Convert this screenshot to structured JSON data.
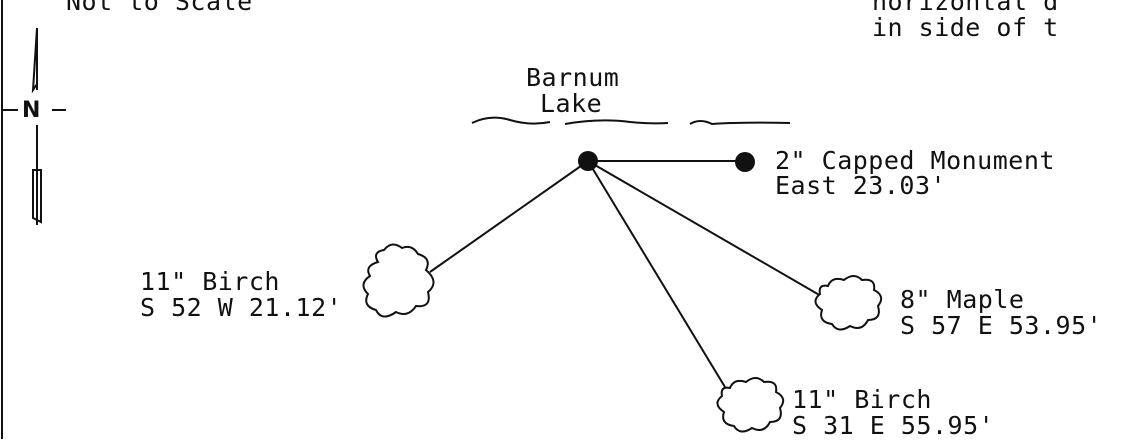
{
  "header": {
    "scale_note": "Not to Scale",
    "note_line1": "horizontal d",
    "note_line2": "in side of t"
  },
  "north_arrow": {
    "label": "N"
  },
  "lake": {
    "line1": "Barnum",
    "line2": "Lake"
  },
  "witnesses": {
    "monument": {
      "name": "2\" Capped Monument",
      "bearing": "East 23.03'"
    },
    "birch_west": {
      "name": "11\" Birch",
      "bearing": "S 52 W 21.12'"
    },
    "maple": {
      "name": "8\" Maple",
      "bearing": "S 57 E 53.95'"
    },
    "birch_south": {
      "name": "11\" Birch",
      "bearing": "S 31 E 55.95'"
    }
  },
  "colors": {
    "ink": "#111111",
    "background": "#ffffff"
  }
}
